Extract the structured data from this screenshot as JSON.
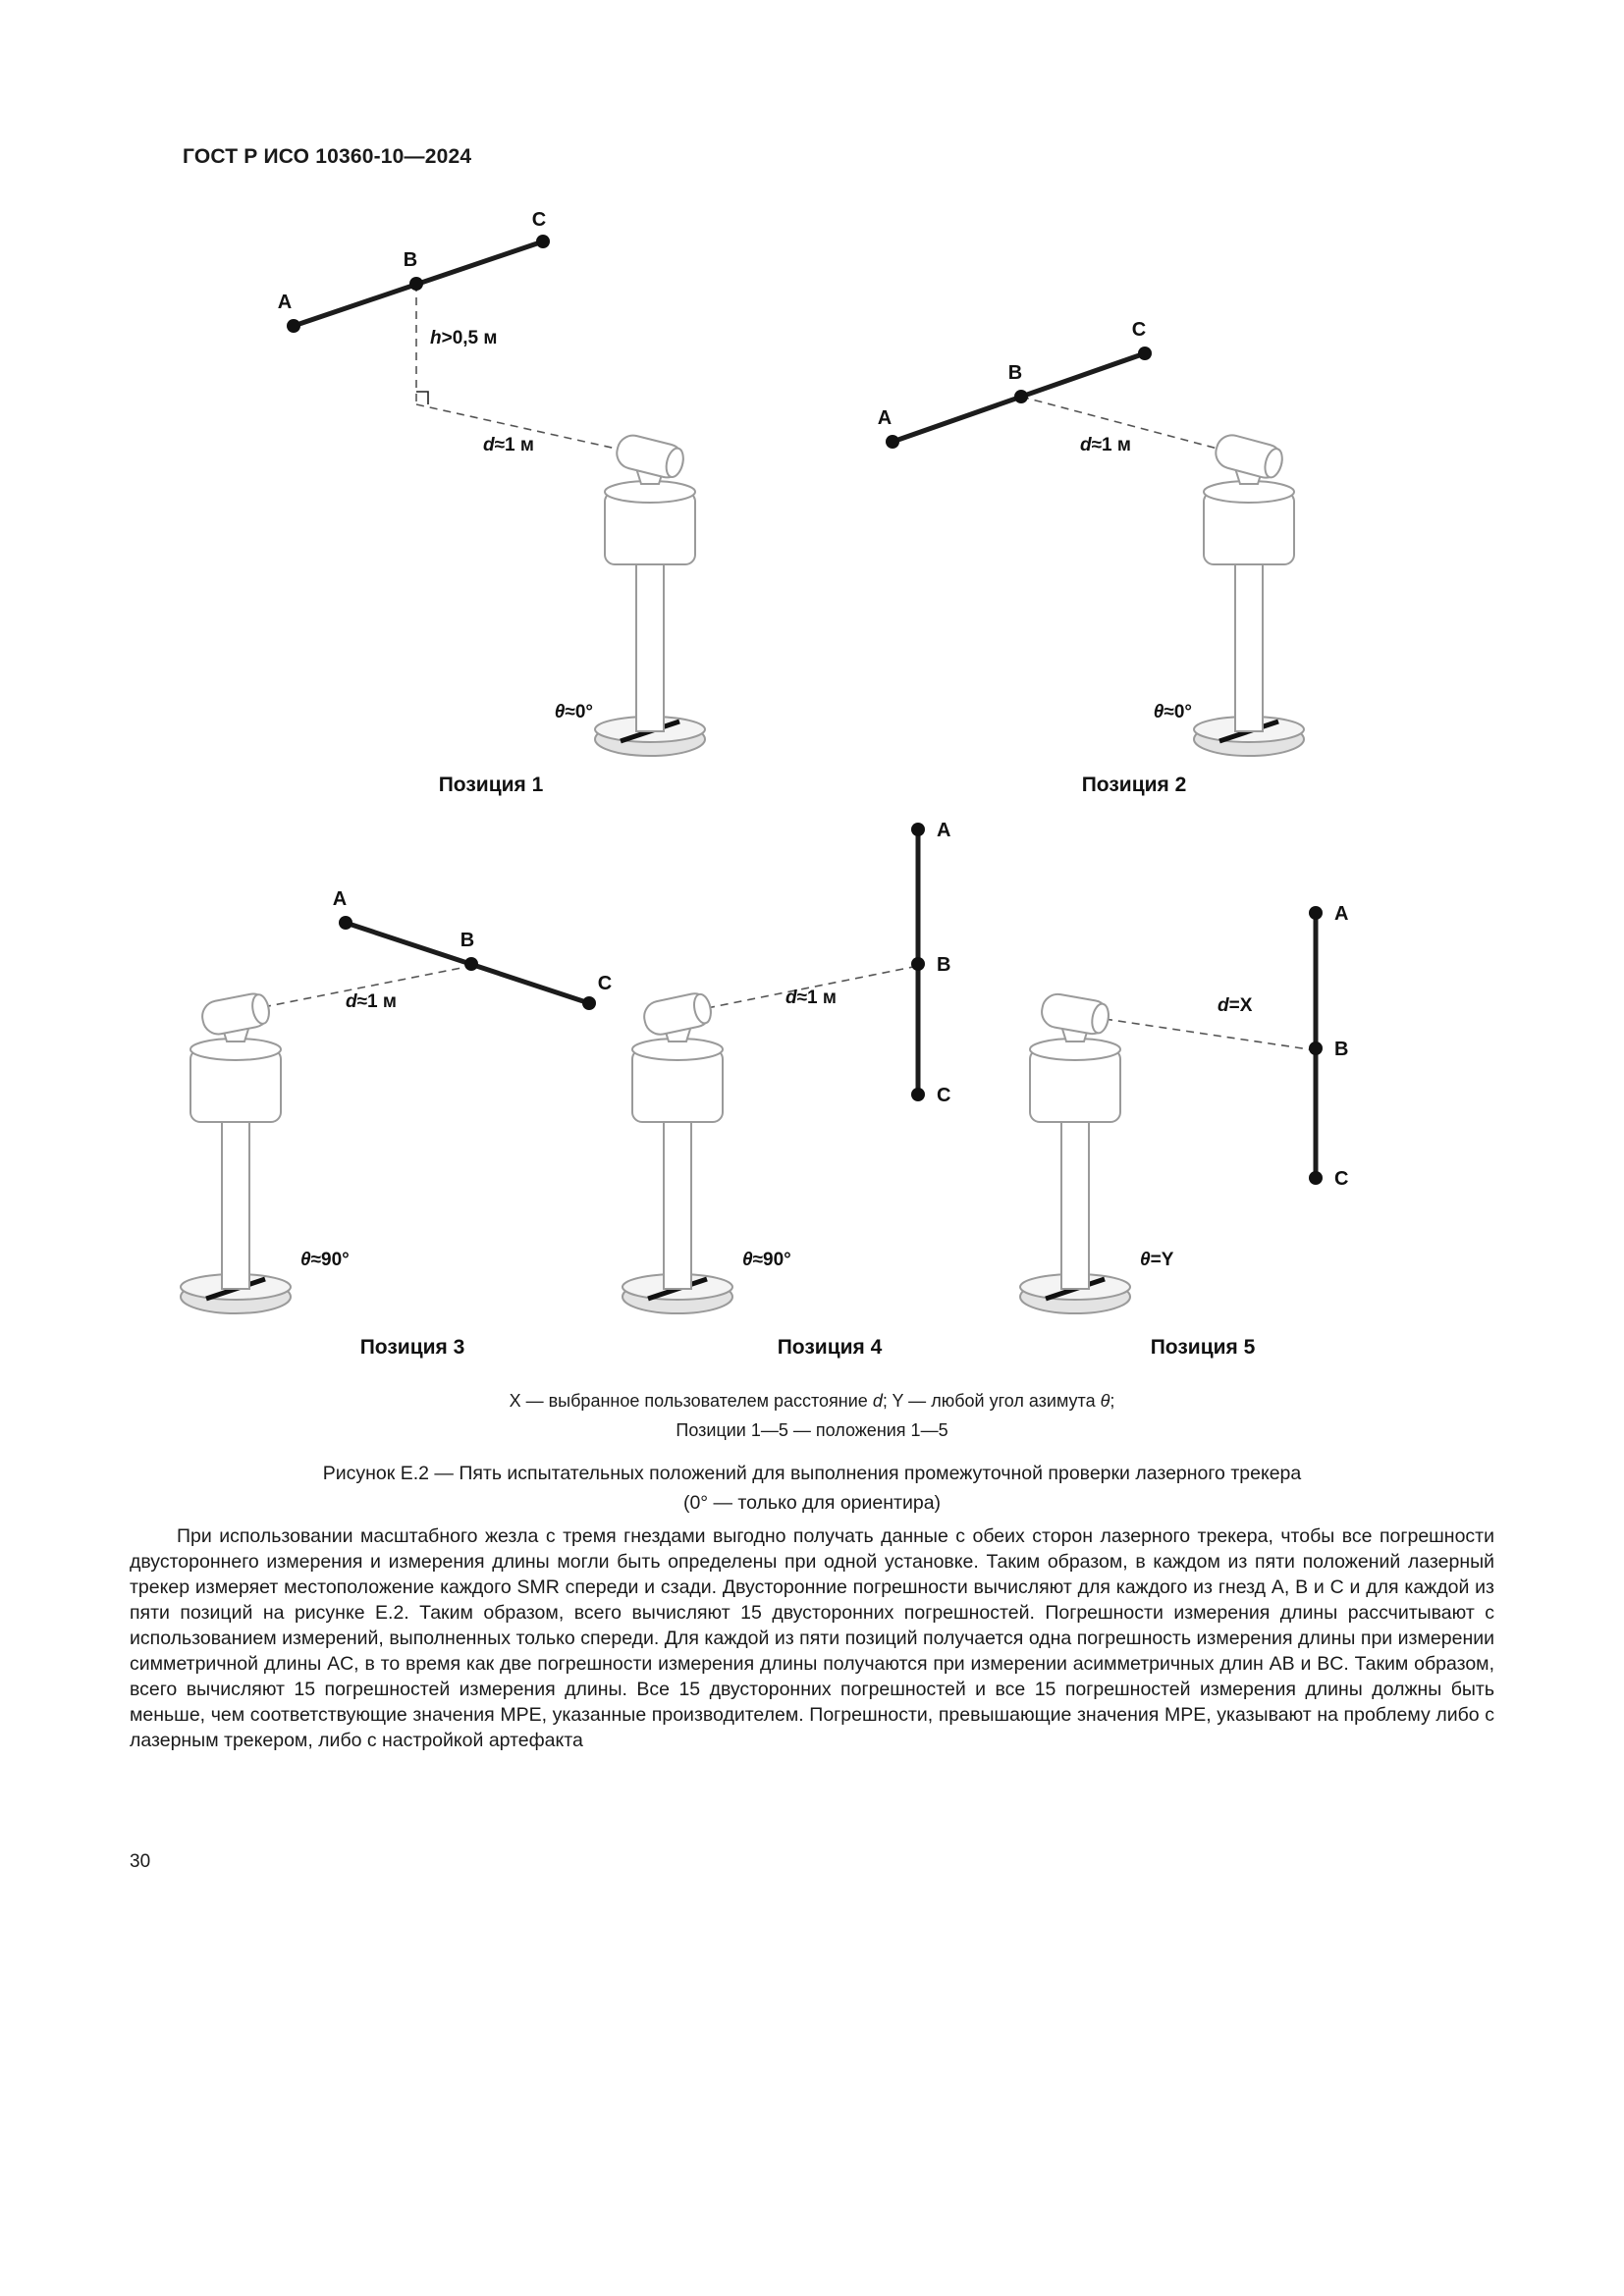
{
  "page": {
    "header": "ГОСТ Р ИСО 10360-10—2024",
    "number": "30"
  },
  "figure": {
    "pos1": {
      "label": "Позиция 1",
      "a": "A",
      "b": "B",
      "c": "C",
      "h_var": "h",
      "h_rest": ">0,5 м",
      "d_var": "d",
      "d_rest": "≈1 м",
      "t_var": "θ",
      "t_rest": "≈0°"
    },
    "pos2": {
      "label": "Позиция 2",
      "a": "A",
      "b": "B",
      "c": "C",
      "d_var": "d",
      "d_rest": "≈1 м",
      "t_var": "θ",
      "t_rest": "≈0°"
    },
    "pos3": {
      "label": "Позиция 3",
      "a": "A",
      "b": "B",
      "c": "C",
      "d_var": "d",
      "d_rest": "≈1 м",
      "t_var": "θ",
      "t_rest": "≈90°"
    },
    "pos4": {
      "label": "Позиция 4",
      "a": "A",
      "b": "B",
      "c": "C",
      "d_var": "d",
      "d_rest": "≈1 м",
      "t_var": "θ",
      "t_rest": "≈90°"
    },
    "pos5": {
      "label": "Позиция 5",
      "a": "A",
      "b": "B",
      "c": "C",
      "d_var": "d",
      "d_rest": "=X",
      "t_var": "θ",
      "t_rest": "=Y"
    },
    "legend": {
      "p1": "X — выбранное пользователем расстояние ",
      "i1": "d",
      "p2": "; Y — любой угол азимута ",
      "i2": "θ",
      "p3": ";",
      "line2": "Позиции 1—5 — положения 1—5"
    },
    "caption": {
      "line1": "Рисунок Е.2 — Пять испытательных положений для выполнения промежуточной проверки лазерного трекера",
      "line2": "(0° — только для ориентира)"
    }
  },
  "body": {
    "paragraph": "При использовании масштабного жезла с тремя гнездами выгодно получать данные с обеих сторон лазерного трекера, чтобы все погрешности двустороннего измерения и измерения длины могли быть определены при одной установке. Таким образом, в каждом из пяти положений лазерный трекер измеряет местоположение каждого SMR спереди и сзади. Двусторонние погрешности вычисляют для каждого из гнезд A, B и C и для каждой из пяти позиций на рисунке Е.2. Таким образом, всего вычисляют 15 двусторонних погрешностей. Погрешности измерения длины рассчитывают с использованием измерений, выполненных только спереди. Для каждой из пяти позиций получается одна погрешность измерения длины при измерении симметричной длины AC, в то время как две погрешности измерения длины получаются при измерении асимметричных длин AB и BC. Таким образом, всего вычисляют 15 погрешностей измерения длины. Все 15 двусторонних погрешностей и все 15 погрешностей измерения длины должны быть меньше, чем соответствующие значения MPE, указанные производителем. Погрешности, превышающие значения MPE, указывают на проблему либо с лазерным трекером, либо с настройкой артефакта"
  }
}
